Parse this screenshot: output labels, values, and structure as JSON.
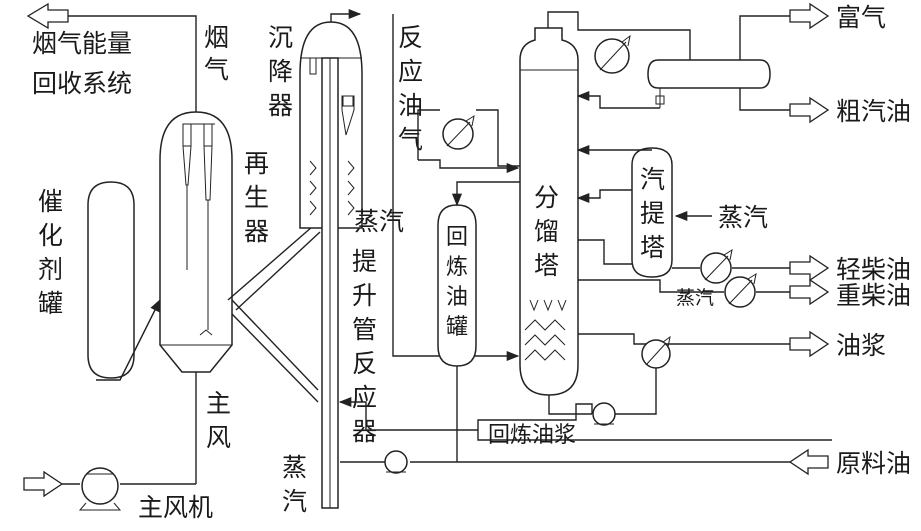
{
  "labels": {
    "flue_gas": "烟气",
    "flue_gas_recovery_1": "烟气能量",
    "flue_gas_recovery_2": "回收系统",
    "settler": "沉降器",
    "reaction_vapor": "反应油气",
    "regenerator": "再生器",
    "catalyst_tank": "催化剂罐",
    "steam_riser": "蒸汽",
    "riser_reactor": "提升管反应器",
    "main_air": "主风",
    "main_blower": "主风机",
    "steam_bottom": "蒸汽",
    "recycle_tank": "回炼油罐",
    "fractionator": "分馏塔",
    "stripper": "汽提塔",
    "steam_stripper": "蒸汽",
    "steam_small": "蒸汽",
    "recycle_oil_slurry": "回炼油浆",
    "rich_gas": "富气",
    "crude_gasoline": "粗汽油",
    "light_diesel": "轻柴油",
    "heavy_diesel": "重柴油",
    "slurry": "油浆",
    "feedstock": "原料油"
  }
}
